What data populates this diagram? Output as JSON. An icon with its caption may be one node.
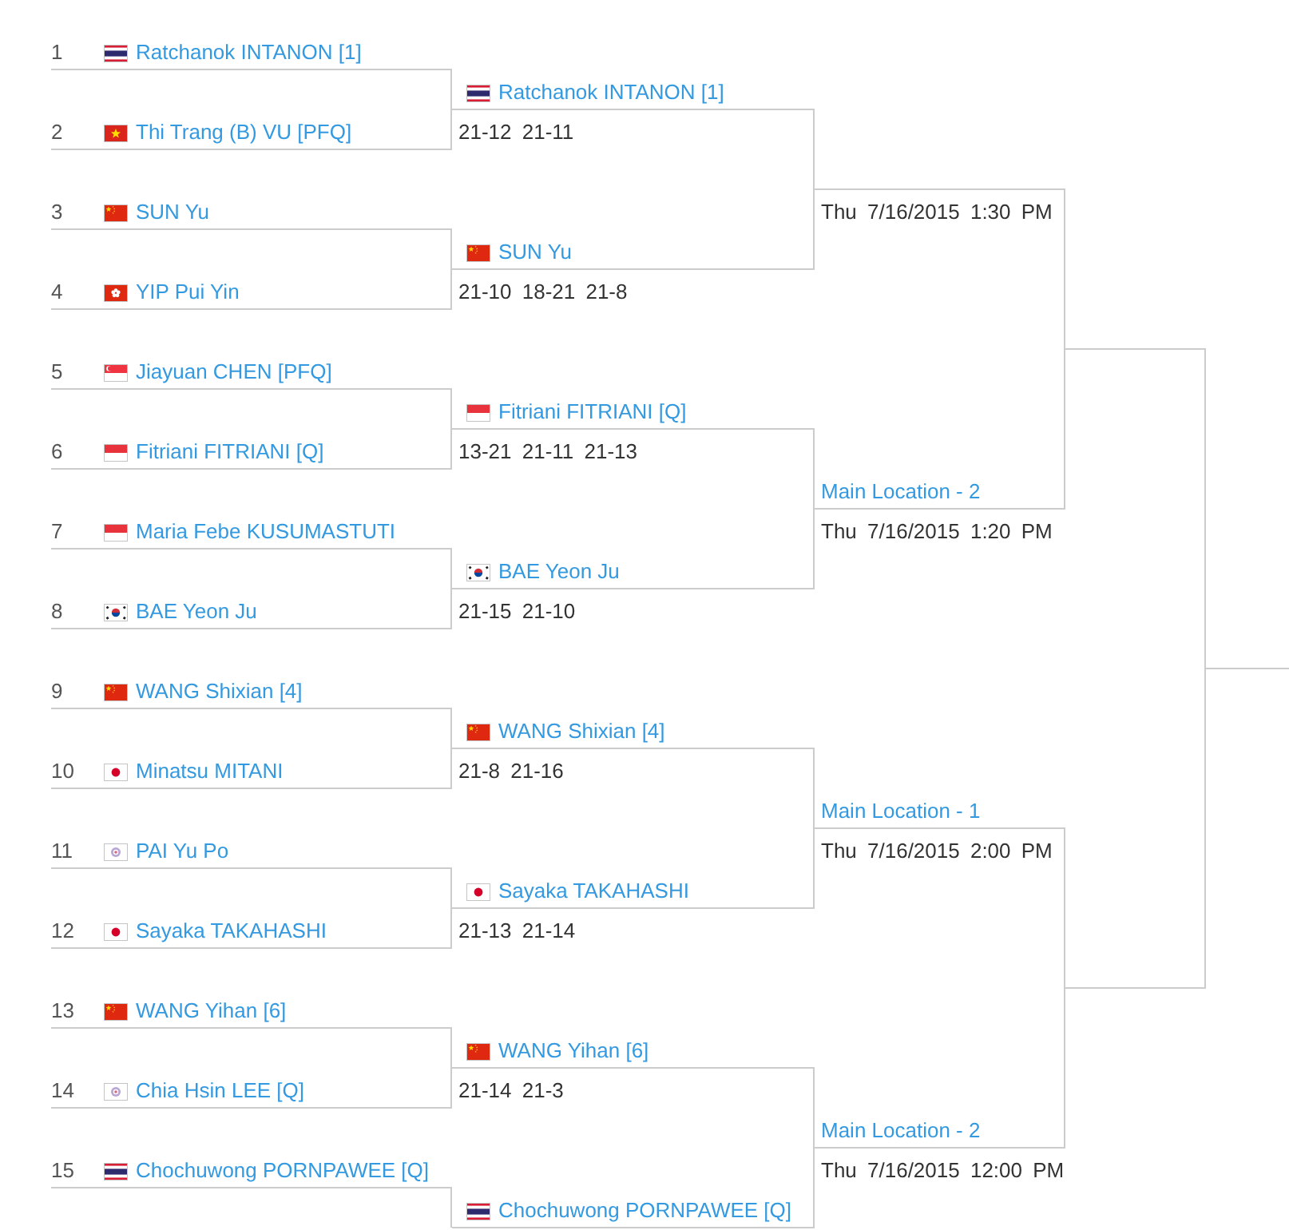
{
  "diagram": {
    "nodes": [
      {
        "text": [
          "1",
          "Ratchanok INTANON [1]"
        ]
      },
      {
        "text": [
          "2",
          "Thi Trang (B) VU [PFQ]"
        ]
      },
      {
        "text": [
          "3",
          "SUN Yu"
        ]
      },
      {
        "text": [
          "4",
          "YIP Pui Yin"
        ]
      },
      {
        "text": [
          "5",
          "Jiayuan CHEN [PFQ]"
        ]
      },
      {
        "text": [
          "6",
          "Fitriani FITRIANI [Q]"
        ]
      },
      {
        "text": [
          "7",
          "Maria Febe KUSUMASTUTI"
        ]
      },
      {
        "text": [
          "8",
          "BAE Yeon Ju"
        ]
      },
      {
        "text": [
          "9",
          "WANG Shixian [4]"
        ]
      },
      {
        "text": [
          "10",
          "Minatsu MITANI"
        ]
      },
      {
        "text": [
          "11",
          "PAI Yu Po"
        ]
      },
      {
        "text": [
          "12",
          "Sayaka TAKAHASHI"
        ]
      },
      {
        "text": [
          "13",
          "WANG Yihan [6]"
        ]
      },
      {
        "text": [
          "14",
          "Chia Hsin LEE [Q]"
        ]
      },
      {
        "text": [
          "15",
          "Chochuwong PORNPAWEE [Q]"
        ]
      },
      {
        "text": [
          "Ratchanok INTANON [1]"
        ],
        "beside": [
          "21-12 21-11"
        ]
      },
      {
        "text": [
          "SUN Yu"
        ],
        "beside": [
          "21-10 18-21 21-8"
        ]
      },
      {
        "text": [
          "Fitriani FITRIANI [Q]"
        ],
        "beside": [
          "13-21 21-11 21-13"
        ]
      },
      {
        "text": [
          "BAE Yeon Ju"
        ],
        "beside": [
          "21-15 21-10"
        ]
      },
      {
        "text": [
          "WANG Shixian [4]"
        ],
        "beside": [
          "21-8 21-16"
        ]
      },
      {
        "text": [
          "Sayaka TAKAHASHI"
        ],
        "beside": [
          "21-13 21-14"
        ]
      },
      {
        "text": [
          "WANG Yihan [6]"
        ],
        "beside": [
          "21-14 21-3"
        ]
      },
      {
        "text": [
          "Chochuwong PORNPAWEE [Q]"
        ]
      },
      {
        "text": [],
        "shape": "line",
        "beside": [
          "Thu 7/16/2015 1:30 PM"
        ]
      },
      {
        "text": [
          "Main Location - 2"
        ],
        "beside": [
          "Thu 7/16/2015 1:20 PM"
        ]
      },
      {
        "text": [
          "Main Location - 1"
        ],
        "beside": [
          "Thu 7/16/2015 2:00 PM"
        ]
      },
      {
        "text": [
          "Main Location - 2"
        ],
        "beside": [
          "Thu 7/16/2015 12:00 PM"
        ]
      },
      {
        "text": [],
        "shape": "line"
      },
      {
        "text": [],
        "shape": "line"
      },
      {
        "text": [],
        "shape": "line"
      }
    ],
    "edges": [
      {
        "from": 0,
        "to": 15,
        "arrow": "none"
      },
      {
        "from": 1,
        "to": 15,
        "arrow": "none"
      },
      {
        "from": 2,
        "to": 16,
        "arrow": "none"
      },
      {
        "from": 3,
        "to": 16,
        "arrow": "none"
      },
      {
        "from": 4,
        "to": 17,
        "arrow": "none"
      },
      {
        "from": 5,
        "to": 17,
        "arrow": "none"
      },
      {
        "from": 6,
        "to": 18,
        "arrow": "none"
      },
      {
        "from": 7,
        "to": 18,
        "arrow": "none"
      },
      {
        "from": 8,
        "to": 19,
        "arrow": "none"
      },
      {
        "from": 9,
        "to": 19,
        "arrow": "none"
      },
      {
        "from": 10,
        "to": 20,
        "arrow": "none"
      },
      {
        "from": 11,
        "to": 20,
        "arrow": "none"
      },
      {
        "from": 12,
        "to": 21,
        "arrow": "none"
      },
      {
        "from": 13,
        "to": 21,
        "arrow": "none"
      },
      {
        "from": 14,
        "to": 22,
        "arrow": "none"
      },
      {
        "from": 15,
        "to": 23,
        "arrow": "none"
      },
      {
        "from": 16,
        "to": 23,
        "arrow": "none"
      },
      {
        "from": 17,
        "to": 24,
        "arrow": "none"
      },
      {
        "from": 18,
        "to": 24,
        "arrow": "none"
      },
      {
        "from": 19,
        "to": 25,
        "arrow": "none"
      },
      {
        "from": 20,
        "to": 25,
        "arrow": "none"
      },
      {
        "from": 21,
        "to": 26,
        "arrow": "none"
      },
      {
        "from": 22,
        "to": 26,
        "arrow": "none"
      },
      {
        "from": 23,
        "to": 27,
        "arrow": "none"
      },
      {
        "from": 24,
        "to": 27,
        "arrow": "none"
      },
      {
        "from": 25,
        "to": 28,
        "arrow": "none"
      },
      {
        "from": 26,
        "to": 28,
        "arrow": "none"
      },
      {
        "from": 27,
        "to": 29,
        "arrow": "none"
      },
      {
        "from": 28,
        "to": 29,
        "arrow": "none"
      }
    ]
  }
}
